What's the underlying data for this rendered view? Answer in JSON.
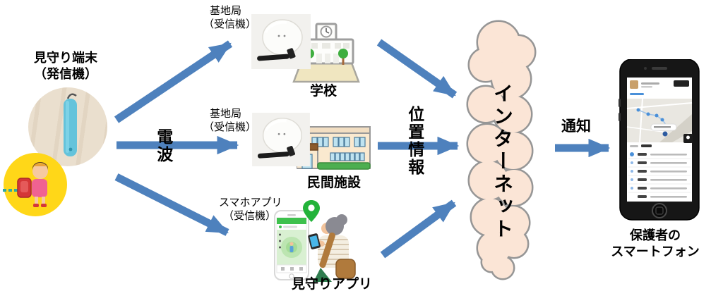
{
  "diagram": {
    "transmitter": {
      "title_line1": "見守り端末",
      "title_line2": "（発信機）"
    },
    "edge_labels": {
      "radio": "電波",
      "location": "位置情報",
      "notify": "通知"
    },
    "receivers": [
      {
        "label_line1": "基地局",
        "label_line2": "（受信機）",
        "caption": "学校"
      },
      {
        "label_line1": "基地局",
        "label_line2": "（受信機）",
        "caption": "民間施設"
      },
      {
        "label_line1": "スマホアプリ",
        "label_line2": "（受信機）",
        "caption": "見守りアプリ"
      }
    ],
    "internet": {
      "label": "インターネット"
    },
    "parent_phone": {
      "caption_line1": "保護者の",
      "caption_line2": "スマートフォン"
    },
    "colors": {
      "arrow_blue": "#4E81BD",
      "cloud_fill": "#FBE5D6",
      "cloud_stroke": "#969696",
      "device_blue": "#64C3DB",
      "child_circle_yellow": "#FFD718",
      "pin_green": "#23B33A",
      "app_green": "#3EC14D"
    }
  }
}
